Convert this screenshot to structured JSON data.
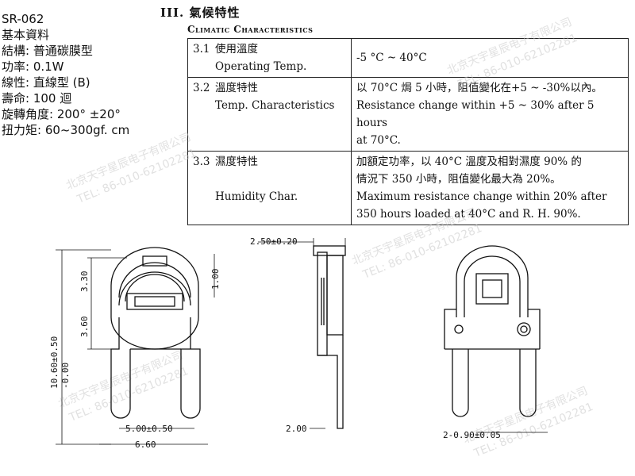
{
  "specs": {
    "model": "SR-062",
    "basic": "基本資料",
    "structure": "結構:  普通碳膜型",
    "power": "功率:  0.1W",
    "linearity": "線性:  直線型 (B)",
    "life": "壽命:  100 迴",
    "angle": "旋轉角度:  200° ±20°",
    "torque": "扭力矩:  60~300gf. cm"
  },
  "section": {
    "title": "III. 氣候特性",
    "subtitle": "Climatic Characteristics"
  },
  "climatic": [
    {
      "num": "3.1",
      "item_cn": "使用溫度",
      "item_en": "Operating Temp.",
      "desc": [
        "-5 °C ~ 40°C"
      ]
    },
    {
      "num": "3.2",
      "item_cn": "溫度特性",
      "item_en": "Temp. Characteristics",
      "desc": [
        "以 70°C 焗 5 小時，阻值變化在+5 ~ -30%以內。",
        "Resistance change within +5 ~ 30% after 5 hours",
        "at 70°C."
      ]
    },
    {
      "num": "3.3",
      "item_cn": "濕度特性",
      "item_en": "Humidity Char.",
      "desc": [
        "加額定功率，以 40°C 溫度及相對濕度 90% 的",
        "情況下 350 小時，阻值變化最大為 20%。",
        "Maximum resistance change within 20% after",
        "350 hours loaded at 40°C and R. H. 90%."
      ]
    }
  ],
  "watermark": {
    "company": "北京天宇星辰电子有限公司",
    "tel": "TEL: 86-010-62102281"
  },
  "dimensions": {
    "height_total": "10.60±0.50",
    "height_total2": "-0.00",
    "d_3_30": "3.30",
    "d_3_60": "3.60",
    "d_1_00": "1.00",
    "pitch": "5.00±0.50",
    "width": "6.60",
    "thickness": "2.50±0.20",
    "lead_len": "2.00",
    "pin_width": "2-0.90±0.05"
  }
}
